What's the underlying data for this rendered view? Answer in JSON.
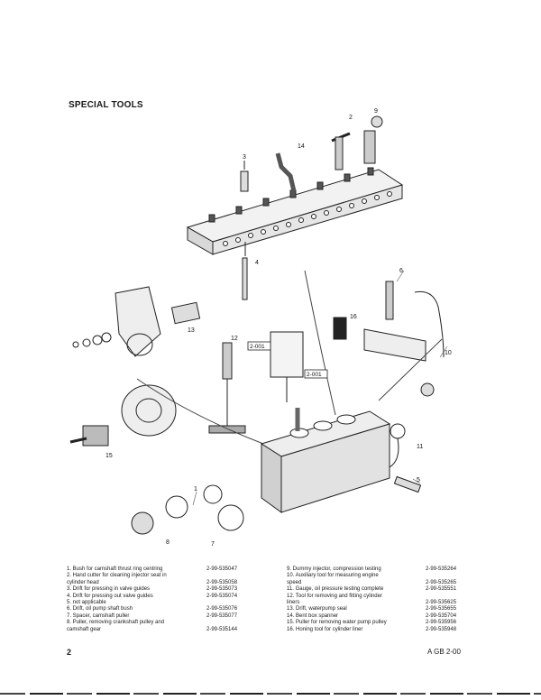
{
  "page": {
    "title": "SPECIAL TOOLS",
    "page_number": "2",
    "doc_ref": "A GB 2-00"
  },
  "callouts": [
    "1",
    "2",
    "3",
    "4",
    "5",
    "6",
    "7",
    "8",
    "9",
    "10",
    "11",
    "12",
    "13",
    "14",
    "15",
    "16"
  ],
  "callout_boxes": [
    "2-001",
    "2-001"
  ],
  "tools_left": [
    {
      "desc": "1. Bush for camshaft thrust ring centring",
      "code": "2-99-535047"
    },
    {
      "desc": "2. Hand cutter for cleaning injector seat in",
      "code": ""
    },
    {
      "desc": "    cylinder head",
      "code": "2-99-535058"
    },
    {
      "desc": "3. Drift for pressing in valve guides",
      "code": "2-99-535073"
    },
    {
      "desc": "4. Drift for pressing out valve guides",
      "code": "2-99-535074"
    },
    {
      "desc": "5. not applicable",
      "code": ""
    },
    {
      "desc": "6. Drift, oil pump shaft bush",
      "code": "2-99-535076"
    },
    {
      "desc": "7. Spacer, camshaft puller",
      "code": "2-99-535077"
    },
    {
      "desc": "8. Puller, removing crankshaft pulley and",
      "code": ""
    },
    {
      "desc": "    camshaft gear",
      "code": "2-99-535144"
    }
  ],
  "tools_right": [
    {
      "desc": "9. Dummy injector, compression testing",
      "code": "2-99-535264"
    },
    {
      "desc": "10. Auxiliary tool for measuring engine",
      "code": ""
    },
    {
      "desc": "     speed",
      "code": "2-99-535265"
    },
    {
      "desc": "11. Gauge, oil pressure testing complete",
      "code": "2-99-535551"
    },
    {
      "desc": "12. Tool for removing and fitting cylinder",
      "code": ""
    },
    {
      "desc": "     liners",
      "code": "2-99-535625"
    },
    {
      "desc": "13. Drift, waterpump seal",
      "code": "2-99-535655"
    },
    {
      "desc": "14. Bent box spanner",
      "code": "2-99-535704"
    },
    {
      "desc": "15. Puller for removing water pump pulley",
      "code": "2-99-535956"
    },
    {
      "desc": "16. Honing tool for cylinder liner",
      "code": "2-99-535948"
    }
  ]
}
